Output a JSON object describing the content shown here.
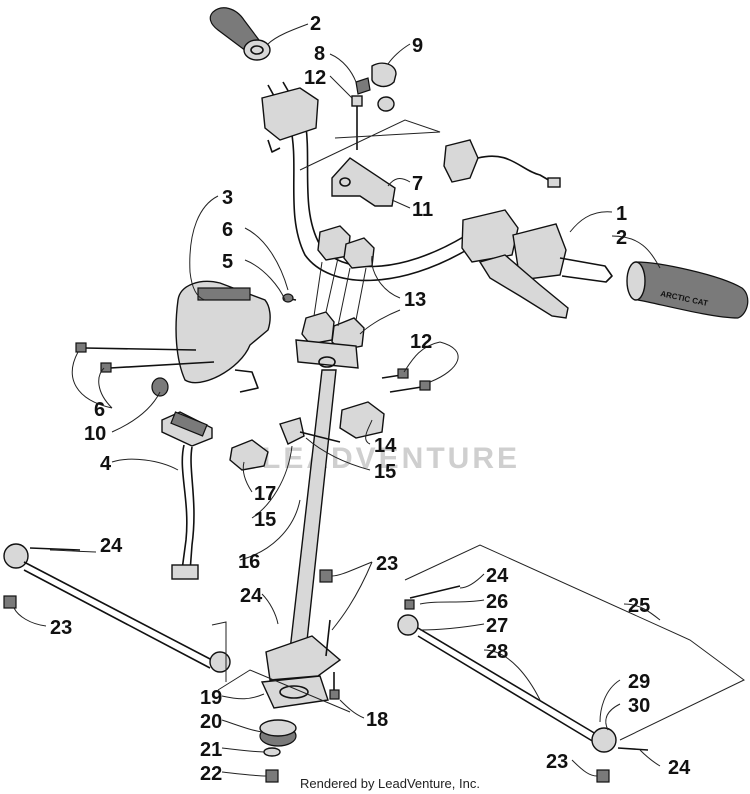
{
  "watermark": "LEADVENTURE",
  "credit": "Rendered by LeadVenture, Inc.",
  "grip_brand": "ARCTIC CAT",
  "callouts": {
    "c1": "1",
    "c2a": "2",
    "c2b": "2",
    "c3": "3",
    "c4": "4",
    "c5": "5",
    "c6a": "6",
    "c6b": "6",
    "c7": "7",
    "c8": "8",
    "c9": "9",
    "c10": "10",
    "c11": "11",
    "c12a": "12",
    "c12b": "12",
    "c13": "13",
    "c14": "14",
    "c15a": "15",
    "c15b": "15",
    "c16": "16",
    "c17": "17",
    "c18": "18",
    "c19": "19",
    "c20": "20",
    "c21": "21",
    "c22": "22",
    "c23a": "23",
    "c23b": "23",
    "c23c": "23",
    "c24a": "24",
    "c24b": "24",
    "c24c": "24",
    "c24d": "24",
    "c25": "25",
    "c26": "26",
    "c27": "27",
    "c28": "28",
    "c29": "29",
    "c30": "30"
  }
}
